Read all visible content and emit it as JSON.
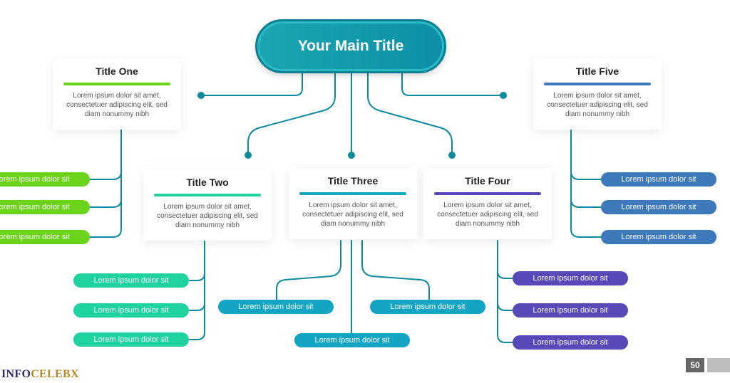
{
  "main_title": "Your Main Title",
  "nodes": [
    {
      "id": "one",
      "title": "Title One",
      "body": "Lorem ipsum dolor sit amet, consectetuer adipiscing elit, sed diam nonummy nibh",
      "color": "#6ad31a",
      "items": [
        "Lorem ipsum dolor sit",
        "Lorem ipsum dolor sit",
        "Lorem ipsum dolor sit"
      ]
    },
    {
      "id": "two",
      "title": "Title Two",
      "body": "Lorem ipsum dolor sit amet, consectetuer adipiscing elit, sed diam nonummy nibh",
      "color": "#1fd3a0",
      "items": [
        "Lorem ipsum dolor sit",
        "Lorem ipsum dolor sit",
        "Lorem ipsum dolor sit"
      ]
    },
    {
      "id": "three",
      "title": "Title Three",
      "body": "Lorem ipsum dolor sit amet, consectetuer adipiscing elit, sed diam nonummy nibh",
      "color": "#14a5c4",
      "items": [
        "Lorem ipsum dolor sit",
        "Lorem ipsum dolor sit",
        "Lorem ipsum dolor sit"
      ]
    },
    {
      "id": "four",
      "title": "Title Four",
      "body": "Lorem ipsum dolor sit amet, consectetuer adipiscing elit, sed diam nonummy nibh",
      "color": "#5749b8",
      "items": [
        "Lorem ipsum dolor sit",
        "Lorem ipsum dolor sit",
        "Lorem ipsum dolor sit"
      ]
    },
    {
      "id": "five",
      "title": "Title Five",
      "body": "Lorem ipsum dolor sit amet, consectetuer adipiscing elit, sed diam nonummy nibh",
      "color": "#3d79b8",
      "items": [
        "Lorem ipsum dolor sit",
        "Lorem ipsum dolor sit",
        "Lorem ipsum dolor sit"
      ]
    }
  ],
  "connector_color": "#0e8a9c",
  "page_number": "50",
  "watermark": {
    "part1": "INFO",
    "part2": "CELEBX"
  }
}
